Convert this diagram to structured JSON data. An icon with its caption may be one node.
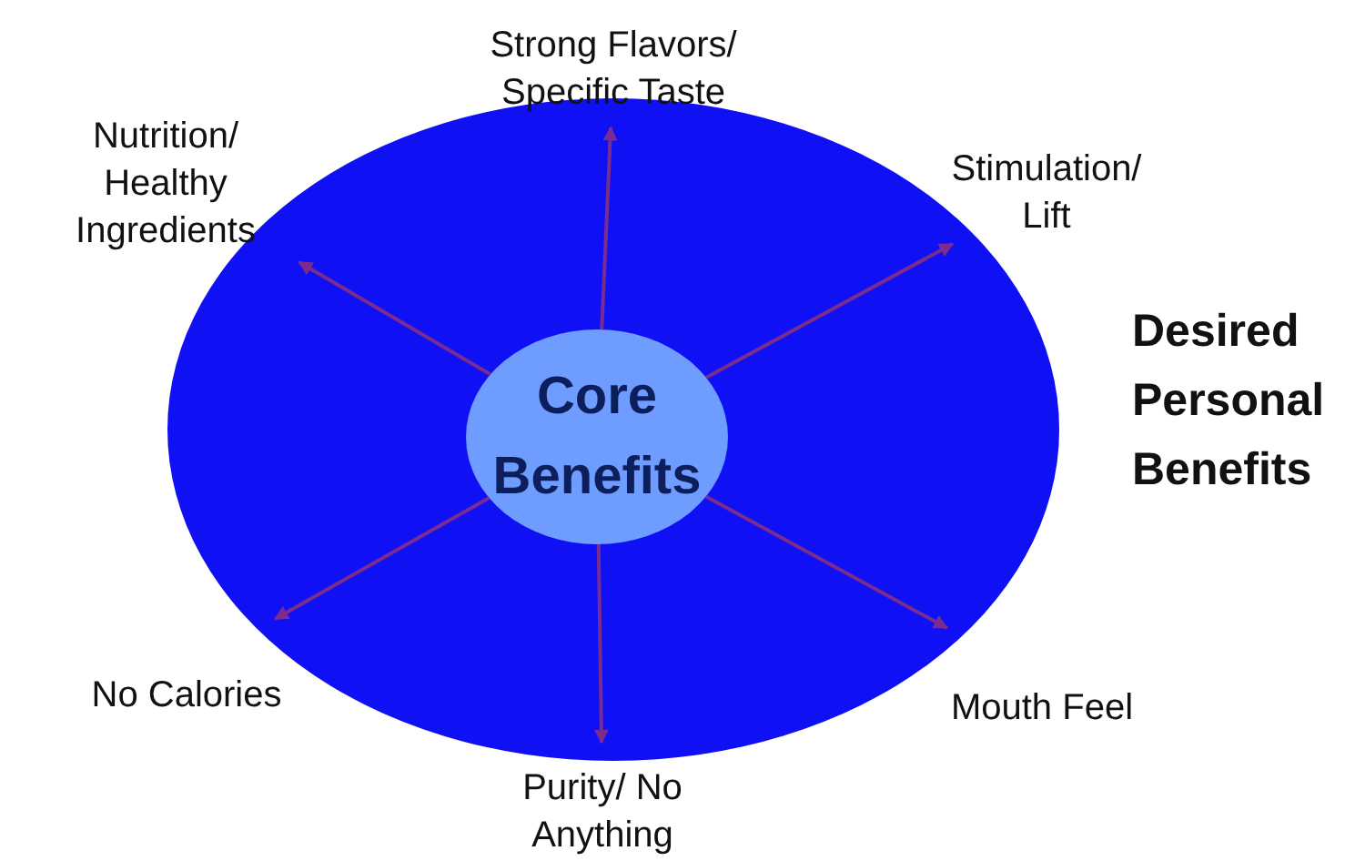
{
  "diagram": {
    "nodes": [
      {
        "text": [
          "Desired Personal Benefits"
        ]
      },
      {
        "text": [
          "Core Benefits"
        ],
        "in": 0
      },
      {
        "text": [
          "Strong Flavors/ Specific Taste"
        ]
      },
      {
        "text": [
          "Nutrition/ Healthy Ingredients"
        ]
      },
      {
        "text": [
          "Stimulation/ Lift"
        ]
      },
      {
        "text": [
          "No Calories"
        ]
      },
      {
        "text": [
          "Mouth Feel"
        ]
      },
      {
        "text": [
          "Purity/ No Anything"
        ]
      }
    ],
    "edges": [
      {
        "from": 1,
        "to": 2,
        "arrow": "to"
      },
      {
        "from": 1,
        "to": 3,
        "arrow": "to"
      },
      {
        "from": 1,
        "to": 4,
        "arrow": "to"
      },
      {
        "from": 1,
        "to": 5,
        "arrow": "to"
      },
      {
        "from": 1,
        "to": 6,
        "arrow": "to"
      },
      {
        "from": 1,
        "to": 7,
        "arrow": "to"
      }
    ]
  }
}
